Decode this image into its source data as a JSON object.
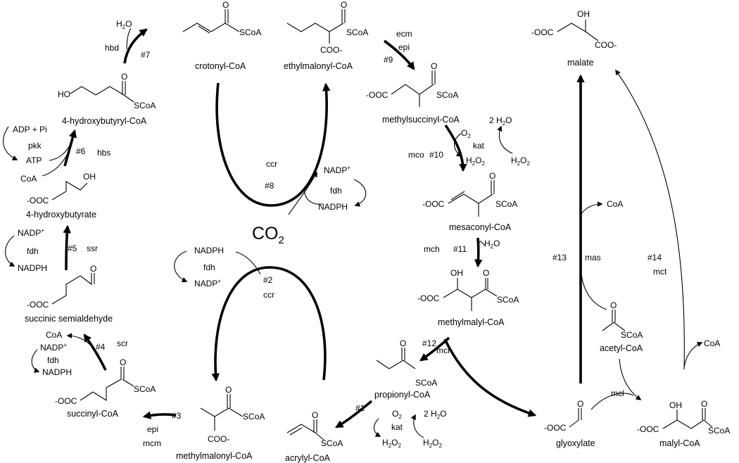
{
  "center": {
    "co2": "CO2"
  },
  "compounds": {
    "crotonyl": "crotonyl-CoA",
    "ethylmalonyl": "ethylmalonyl-CoA",
    "methylsuccinyl": "methylsuccinyl-CoA",
    "mesaconyl": "mesaconyl-CoA",
    "methylmalyl": "methylmalyl-CoA",
    "propionyl": "propionyl-CoA",
    "acrylyl": "acrylyl-CoA",
    "methylmalonyl": "methylmalonyl-CoA",
    "succinyl": "succinyl-CoA",
    "succ_semi": "succinic semialdehyde",
    "hydroxybutyrate": "4-hydroxybutyrate",
    "hydroxybutyryl": "4-hydroxybutyryl-CoA",
    "malate": "malate",
    "glyoxylate": "glyoxylate",
    "acetyl": "acetyl-CoA",
    "malyl": "malyl-CoA"
  },
  "steps": {
    "s1": "#1",
    "s2": "#2",
    "s3": "#3",
    "s4": "#4",
    "s5": "#5",
    "s6": "#6",
    "s7": "#7",
    "s8": "#8",
    "s9": "#9",
    "s10": "#10",
    "s11": "#11",
    "s12": "#12",
    "s13": "#13",
    "s14": "#14"
  },
  "enzymes": {
    "hbd": "hbd",
    "ccr_top": "ccr",
    "ccr_bottom": "ccr",
    "ecm": "ecm",
    "epi_top": "epi",
    "kat_top": "kat",
    "mco": "mco",
    "mch": "mch",
    "mcl_mid": "mcl",
    "mcl_bottom": "mcl",
    "kat_bottom": "kat",
    "epi_bottom": "epi",
    "mcm": "mcm",
    "scr": "scr",
    "ssr": "ssr",
    "hbs": "hbs",
    "pkk": "pkk",
    "mas": "mas",
    "mct": "mct",
    "fdh_top": "fdh",
    "fdh_bottom": "fdh",
    "fdh_scr": "fdh",
    "fdh_ssr": "fdh"
  },
  "cofactors": {
    "h2o_hbd": "H2O",
    "adp_pi": "ADP + Pi",
    "atp": "ATP",
    "coa_hbs": "CoA",
    "nadp_top": "NADP+",
    "nadph_top": "NADPH",
    "nadph_left": "NADPH",
    "nadp_left": "NADP+",
    "nadp_ssr": "NADP+",
    "nadph_ssr": "NADPH",
    "coa_scr": "CoA",
    "nadp_scr": "NADP+",
    "nadph_scr": "NADPH",
    "two_h2o_top": "2 H2O",
    "o2_top": "O2",
    "h2o2_top_a": "H2O2",
    "h2o2_top_b": "H2O2",
    "h2o_mch": "H2O",
    "o2_bottom": "O2",
    "two_h2o_bottom": "2 H2O",
    "h2o2_bottom_a": "H2O2",
    "h2o2_bottom_b": "H2O2",
    "coa_mas": "CoA",
    "coa_mct": "CoA"
  },
  "groups": {
    "scoa": "SCoA",
    "o": "O",
    "oh": "OH",
    "ho": "HO",
    "coo_minus": "COO-",
    "minus_ooc": "-OOC",
    "coo_minus_r": "COO-"
  }
}
